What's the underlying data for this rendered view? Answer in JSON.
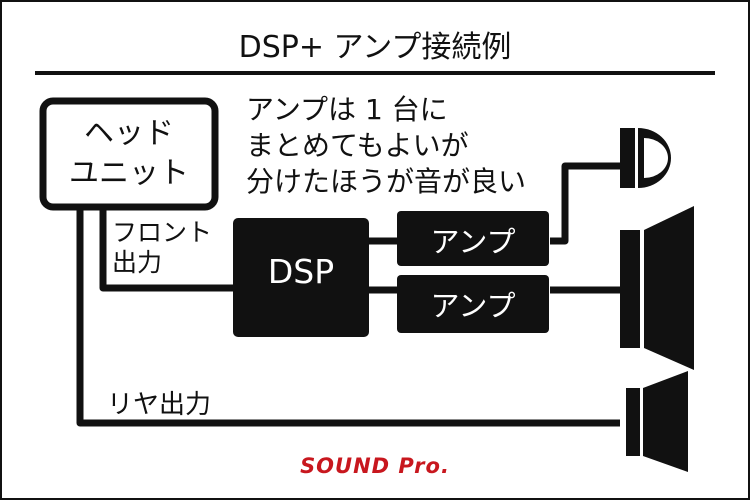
{
  "title": "DSP+ アンプ接続例",
  "head_unit": {
    "label": "ヘッド\nユニット"
  },
  "note": "アンプは 1 台に\nまとめてもよいが\n分けたほうが音が良い",
  "labels": {
    "front_output": "フロント\n出力",
    "rear_output": "リヤ出力"
  },
  "dsp": {
    "label": "DSP"
  },
  "amps": [
    {
      "label": "アンプ"
    },
    {
      "label": "アンプ"
    }
  ],
  "logo": "SOUND Pro.",
  "colors": {
    "ink": "#111111",
    "background": "#ffffff",
    "logo_red": "#c8171e"
  }
}
